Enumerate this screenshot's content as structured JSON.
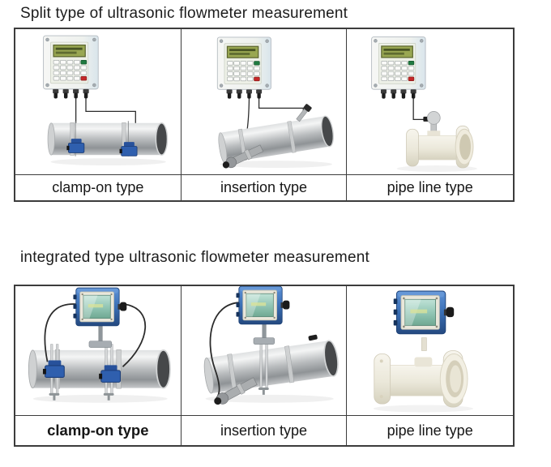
{
  "sections": [
    {
      "heading": "Split type of ultrasonic flowmeter measurement",
      "cells": [
        {
          "label": "clamp-on type",
          "image_alt": "wall-mounted flow converter with keypad wired to two blue clamp-on transducers on a steel pipe"
        },
        {
          "label": "insertion type",
          "image_alt": "wall-mounted flow converter wired to insertion probes mounted through a steel pipe"
        },
        {
          "label": "pipe line type",
          "image_alt": "wall-mounted flow converter wired to a cream flanged in-line flowmeter tube"
        }
      ]
    },
    {
      "heading": "integrated type ultrasonic flowmeter measurement",
      "cells": [
        {
          "label": "clamp-on type",
          "image_alt": "blue display head mounted on a steel pipe with two strapped blue clamp-on transducers and looping cables"
        },
        {
          "label": "insertion type",
          "image_alt": "blue display head mounted on a steel pipe with an insertion probe fitting at the lower left"
        },
        {
          "label": "pipe line type",
          "image_alt": "blue display head mounted on top of a cream flanged in-line flowmeter tube"
        }
      ]
    }
  ],
  "colors": {
    "page_background": "#ffffff",
    "heading_text": "#1c1c1c",
    "label_text": "#161616",
    "table_border": "#3c3c3c",
    "lcd_green": "#99a752",
    "key_green": "#1f7a40",
    "key_red": "#c62828",
    "transducer_blue": "#2f5fae",
    "head_blue": "#3a6fb5",
    "lcd_teal": "#8fc4b2",
    "pipe_silver": "#b9bcbe",
    "meter_cream": "#ebe8da",
    "cable_black": "#2b2b2b"
  }
}
